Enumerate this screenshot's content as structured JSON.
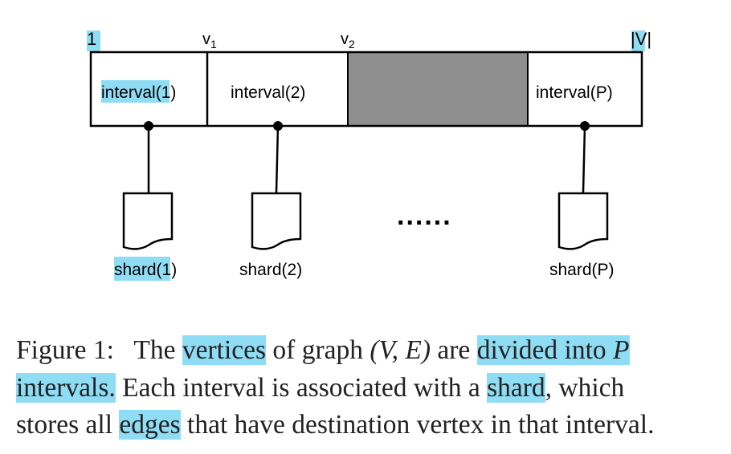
{
  "diagram": {
    "top_labels": {
      "start": "1",
      "v1": "v",
      "v1_sub": "1",
      "v2": "v",
      "v2_sub": "2",
      "end": "|V|"
    },
    "intervals": [
      {
        "name": "interval",
        "arg": "(1)"
      },
      {
        "name": "interval",
        "arg": "(2)"
      },
      {
        "name": "interval",
        "arg": "(P)"
      }
    ],
    "shards": [
      {
        "name": "shard",
        "arg": "(1)"
      },
      {
        "name": "shard",
        "arg": "(2)"
      },
      {
        "name": "shard",
        "arg": "(P)"
      }
    ],
    "ellipsis": "......",
    "colors": {
      "highlight": "#8fdcf5",
      "gray_block": "#8f8f8f"
    }
  },
  "caption": {
    "l1a": "Figure 1:   The ",
    "l1b": "vertices",
    "l1c": " of graph ",
    "l1d": "(V, E)",
    "l1e": " are ",
    "l1f": "divided into ",
    "l1g": "P",
    "l2a": "intervals.",
    "l2b": " Each interval is associated with a ",
    "l2c": "shard",
    "l2d": ", which",
    "l3a": "stores all ",
    "l3b": "edges",
    "l3c": " that have destination vertex in that interval."
  }
}
